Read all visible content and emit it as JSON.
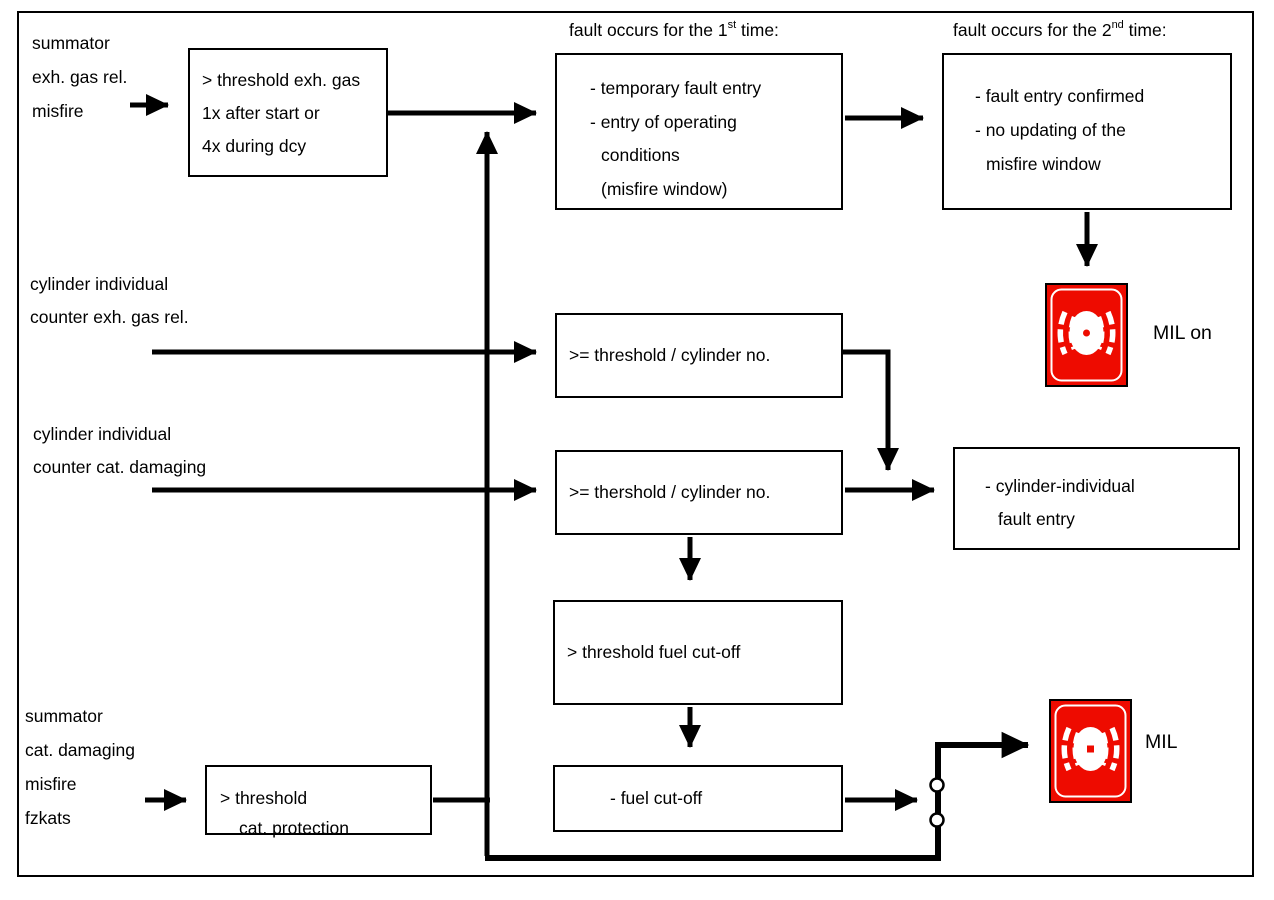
{
  "colors": {
    "mil_red": "#ee0b00",
    "line": "#000000"
  },
  "labels": {
    "input_summator_exh": [
      "summator",
      "exh. gas rel.",
      "misfire"
    ],
    "input_cyl_exh": [
      "cylinder individual",
      "counter exh. gas rel."
    ],
    "input_cyl_cat": [
      "cylinder individual",
      "counter cat. damaging"
    ],
    "input_summator_cat": [
      "summator",
      "cat. damaging",
      "misfire",
      "fzkats"
    ],
    "mil_on": "MIL on",
    "mil": "MIL"
  },
  "headers": {
    "first": {
      "prefix": "fault occurs for the 1",
      "sup": "st",
      "suffix": " time:"
    },
    "second": {
      "prefix": "fault occurs for the 2",
      "sup": "nd",
      "suffix": " time:"
    }
  },
  "boxes": {
    "threshold_exh_gas": {
      "lines": [
        "> threshold exh. gas",
        "1x after start or",
        "4x during dcy"
      ]
    },
    "first_time": {
      "lines": [
        "- temporary fault entry",
        "- entry of operating",
        "conditions",
        "(misfire window)"
      ]
    },
    "second_time": {
      "lines": [
        "- fault entry confirmed",
        "- no updating of the",
        "misfire window"
      ]
    },
    "threshold_cylinder_exh": {
      "text": ">= threshold / cylinder no."
    },
    "threshold_cylinder_cat": {
      "text": ">= thershold / cylinder no."
    },
    "cylinder_fault_entry": {
      "lines": [
        "- cylinder-individual",
        "fault entry"
      ]
    },
    "threshold_fuel_cutoff": {
      "text": "> threshold fuel cut-off"
    },
    "fuel_cutoff": {
      "text": "- fuel cut-off"
    },
    "threshold_cat_protection": {
      "lines": [
        "> threshold",
        "cat. protection"
      ]
    }
  }
}
